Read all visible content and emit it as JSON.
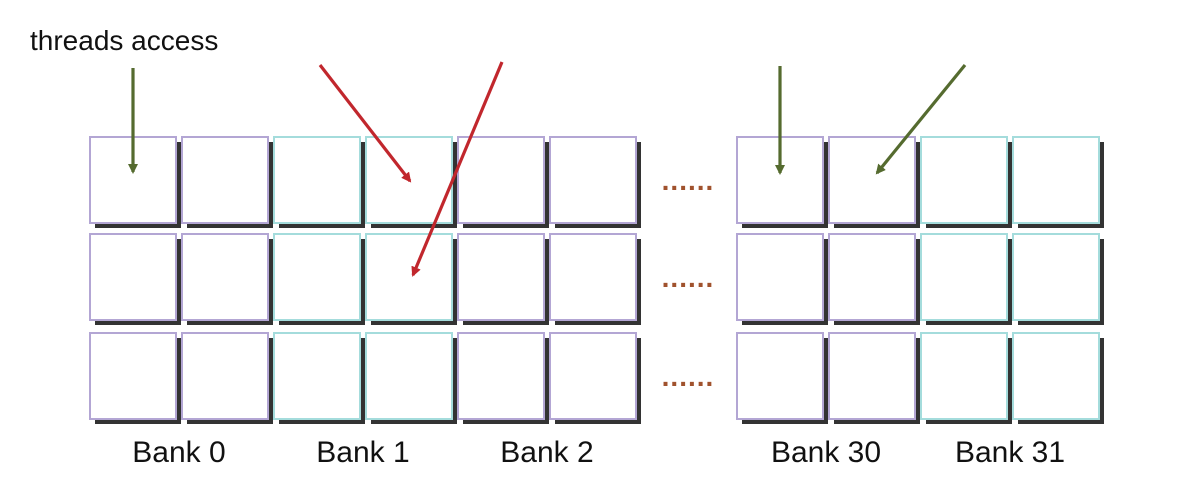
{
  "caption": "threads access",
  "ellipsis": "......",
  "colors": {
    "purple_border": "#b3a6d4",
    "cyan_border": "#a4dcdc",
    "shadow": "#333333",
    "red_arrow": "#c1272d",
    "green_arrow": "#556b2f",
    "ellipsis": "#a0522d"
  },
  "banks": [
    {
      "label": "Bank 0",
      "color": "purple",
      "group": "left"
    },
    {
      "label": "Bank 1",
      "color": "cyan",
      "group": "left"
    },
    {
      "label": "Bank 2",
      "color": "purple",
      "group": "left"
    },
    {
      "label": "Bank 30",
      "color": "purple",
      "group": "right"
    },
    {
      "label": "Bank 31",
      "color": "cyan",
      "group": "right"
    }
  ],
  "rows": 3,
  "cells_per_bank": 2,
  "accesses": [
    {
      "color": "green",
      "bank": 0,
      "row": 0,
      "column": 0
    },
    {
      "color": "red",
      "bank": 1,
      "row": 0,
      "column": 1
    },
    {
      "color": "red",
      "bank": 1,
      "row": 1,
      "column": 1
    },
    {
      "color": "green",
      "bank": 30,
      "row": 0,
      "column": 0
    },
    {
      "color": "green",
      "bank": 30,
      "row": 0,
      "column": 1
    }
  ]
}
